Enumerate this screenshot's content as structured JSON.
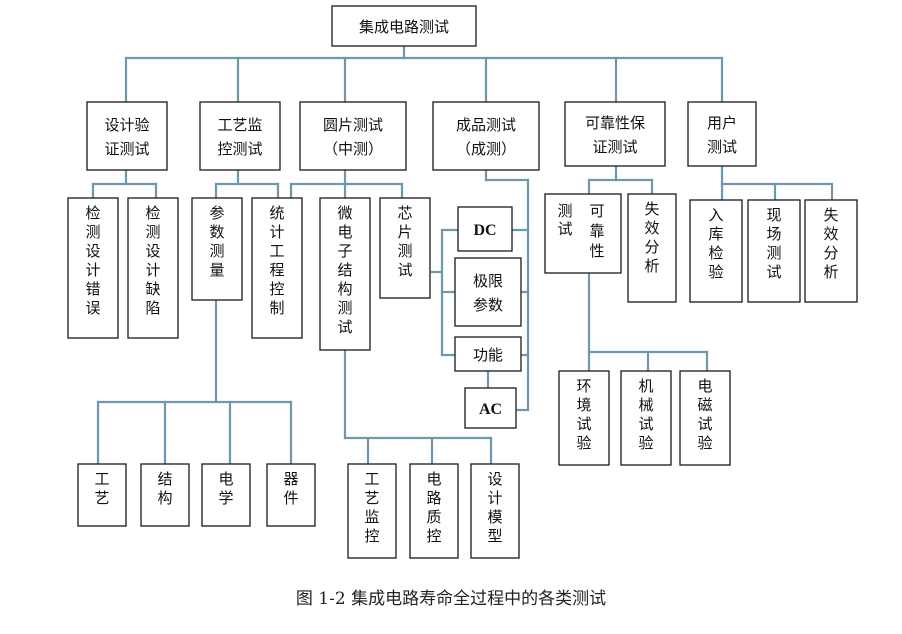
{
  "root": "集成电路测试",
  "nodes": {
    "n1": "设计验证测试",
    "n2": "工艺监控测试",
    "n3": "圆片测试（中测）",
    "n4": "成品测试（成测）",
    "n5": "可靠性保证测试",
    "n6": "用户测试",
    "n1a": "检测设计错误",
    "n1b": "检测设计缺陷",
    "n2a": "参数测量",
    "n2b": "统计工程控制",
    "n2a1": "工艺",
    "n2a2": "结构",
    "n2a3": "电学",
    "n2a4": "器件",
    "n3a": "微电子结构测试",
    "n3b": "芯片测试",
    "n3a1": "工艺监控",
    "n3a2": "电路质控",
    "n3a3": "设计模型",
    "n4a": "DC",
    "n4b": "极限参数",
    "n4c": "功能",
    "n4d": "AC",
    "n5a": "测试可靠性",
    "n5b": "失效分析",
    "n5a1": "环境试验",
    "n5a2": "机械试验",
    "n5a3": "电磁试验",
    "n6a": "入库检验",
    "n6b": "现场测试",
    "n6c": "失效分析"
  },
  "caption": "图 1-2  集成电路寿命全过程中的各类测试"
}
